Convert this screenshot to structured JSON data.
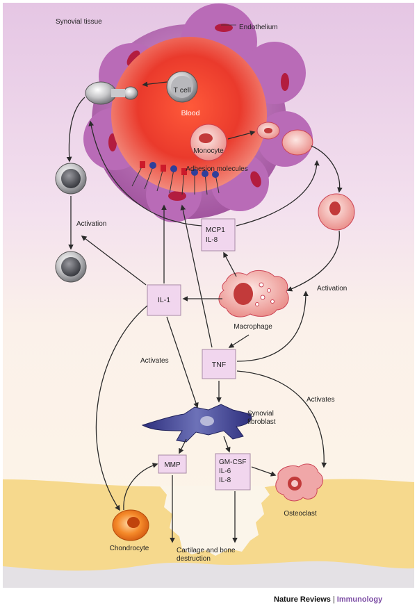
{
  "labels": {
    "synovial_tissue": "Synovial tissue",
    "endothelium": "Endothelium",
    "t_cell": "T cell",
    "blood": "Blood",
    "monocyte": "Monocyte",
    "adhesion_molecules": "Adhesion molecules",
    "activation_left": "Activation",
    "activation_right": "Activation",
    "macrophage": "Macrophage",
    "activates_left": "Activates",
    "activates_right": "Activates",
    "synovial_fibroblast_line1": "Synovial",
    "synovial_fibroblast_line2": "fibroblast",
    "osteoclast": "Osteoclast",
    "chondrocyte": "Chondrocyte",
    "destruction_line1": "Cartilage and bone",
    "destruction_line2": "destruction"
  },
  "boxes": {
    "mcp1": [
      "MCP1",
      "IL-8"
    ],
    "il1": "IL-1",
    "tnf": "TNF",
    "mmp": "MMP",
    "gmcsf": [
      "GM-CSF",
      "IL-6",
      "IL-8"
    ]
  },
  "footer": {
    "publisher": "Nature Reviews",
    "separator": "|",
    "journal": "Immunology"
  },
  "colors": {
    "tissue_top": "#e6c9e6",
    "tissue_bottom": "#fdf3e4",
    "endothelium": "#b062b4",
    "blood": "#e6302a",
    "box_fill": "#f1d6ee",
    "cartilage": "#f5d68a",
    "bone": "#e6e3e6",
    "fibroblast": "#3c3f8f",
    "chondrocyte": "#ef7a1c",
    "osteoclast": "#f0a7a8",
    "journal": "#7a4aa3"
  }
}
